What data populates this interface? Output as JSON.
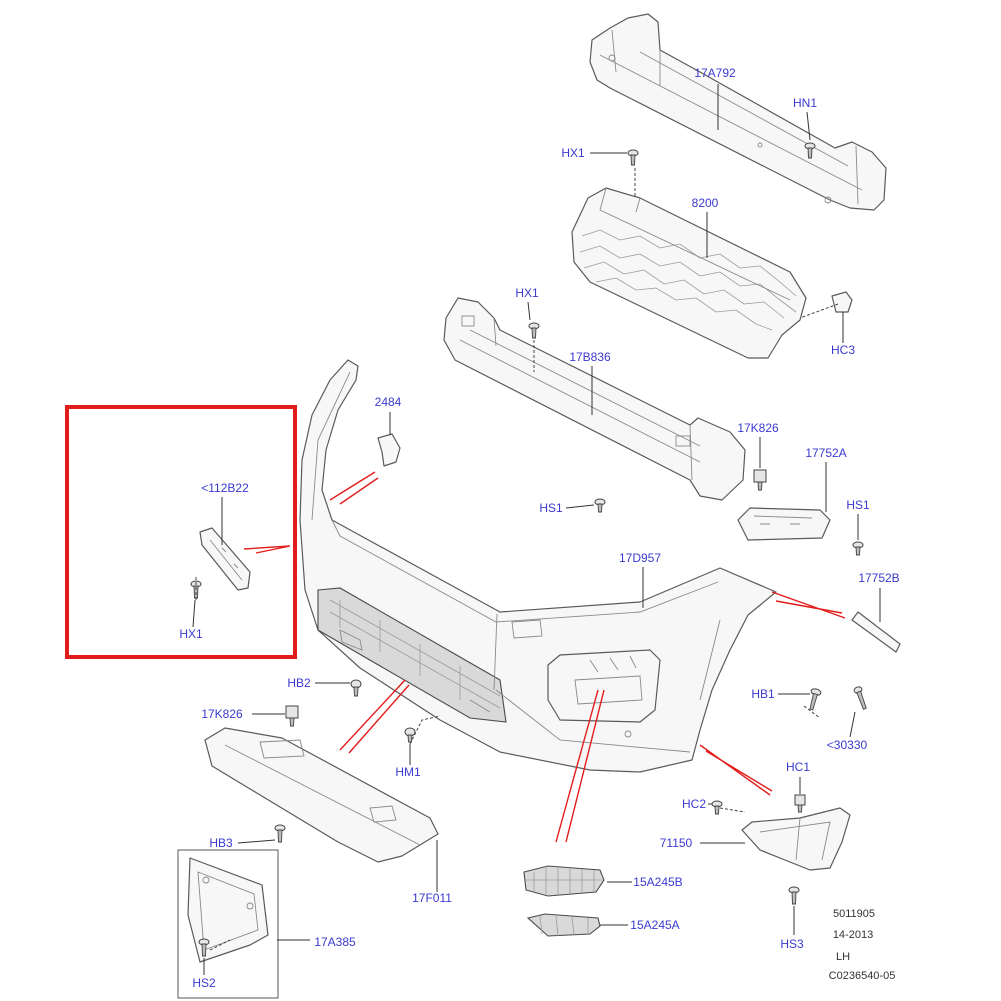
{
  "diagram": {
    "callouts": [
      "17A792",
      "HN1",
      "HX1",
      "8200",
      "HX1",
      "HC3",
      "17B836",
      "2484",
      "17K826",
      "17752A",
      "<112B22",
      "HS1",
      "HS1",
      "17D957",
      "17752B",
      "HX1",
      "HB2",
      "HB1",
      "17K826",
      "<30330",
      "HM1",
      "HC1",
      "HC2",
      "71150",
      "HB3",
      "15A245B",
      "17F011",
      "15A245A",
      "17A385",
      "HS3",
      "HS2"
    ],
    "footer": [
      "5011905",
      "14-2013",
      "LH",
      "C0236540-05"
    ]
  },
  "colors": {
    "callout_text": "#3a3ad0",
    "highlight_box": "#e31b1b",
    "indicator_lines": "#e31b1b",
    "outline": "#5a5a5a"
  }
}
